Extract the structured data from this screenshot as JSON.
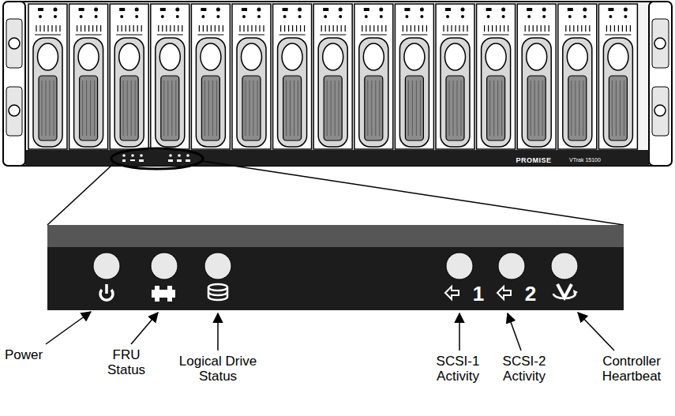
{
  "diagram": {
    "labels": [
      "PROMISE",
      "VTrak 15100",
      "1",
      "2",
      "Power",
      "FRU Status",
      "Logical Drive Status",
      "SCSI-1 Activity",
      "SCSI-2 Activity",
      "Controller Heartbeat"
    ]
  }
}
